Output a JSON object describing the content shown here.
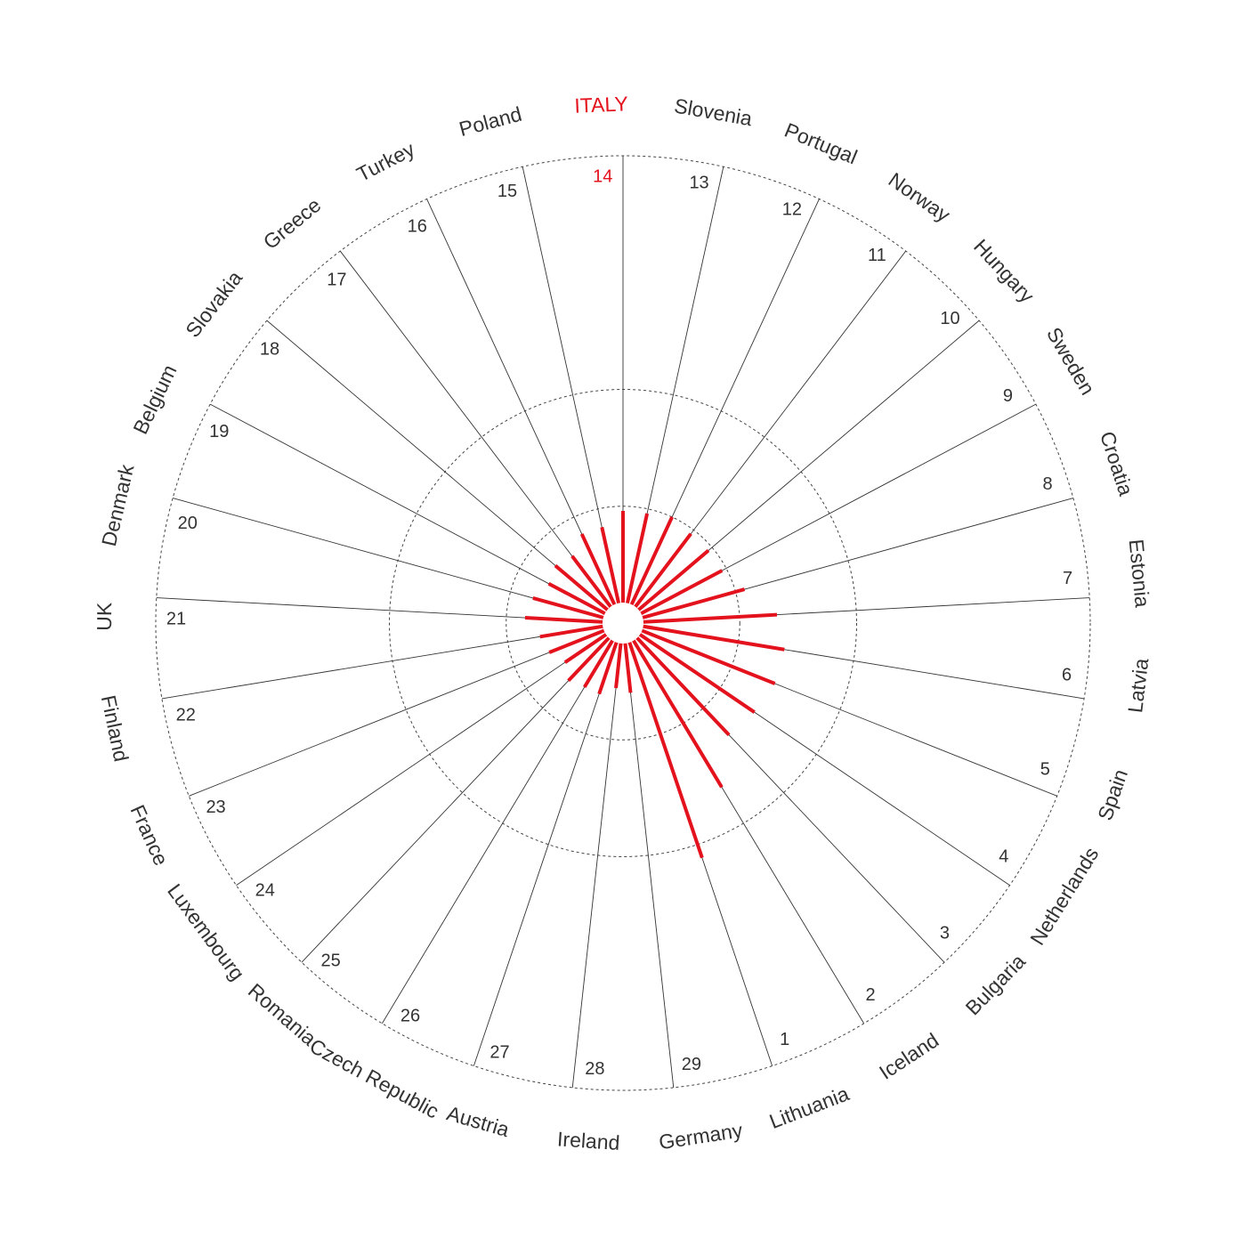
{
  "chart_data": {
    "type": "radial-bar",
    "title": "",
    "highlight_country": "ITALY",
    "colors": {
      "bar": "#e3121d",
      "highlight_text": "#e3121d",
      "text": "#333333",
      "spoke": "#333333",
      "ring": "#444444"
    },
    "value_range": [
      0,
      100
    ],
    "reference_rings": [
      25,
      50,
      100
    ],
    "grid": true,
    "items": [
      {
        "rank": 14,
        "country": "ITALY",
        "value": 24
      },
      {
        "rank": 13,
        "country": "Slovenia",
        "value": 24
      },
      {
        "rank": 12,
        "country": "Portugal",
        "value": 25
      },
      {
        "rank": 11,
        "country": "Norway",
        "value": 24
      },
      {
        "rank": 10,
        "country": "Hungary",
        "value": 24
      },
      {
        "rank": 9,
        "country": "Sweden",
        "value": 24
      },
      {
        "rank": 8,
        "country": "Croatia",
        "value": 27
      },
      {
        "rank": 7,
        "country": "Estonia",
        "value": 33
      },
      {
        "rank": 6,
        "country": "Latvia",
        "value": 35
      },
      {
        "rank": 5,
        "country": "Spain",
        "value": 35
      },
      {
        "rank": 4,
        "country": "Netherlands",
        "value": 34
      },
      {
        "rank": 3,
        "country": "Bulgaria",
        "value": 33
      },
      {
        "rank": 2,
        "country": "Iceland",
        "value": 41
      },
      {
        "rank": 1,
        "country": "Lithuania",
        "value": 53
      },
      {
        "rank": 29,
        "country": "Germany",
        "value": 15
      },
      {
        "rank": 28,
        "country": "Ireland",
        "value": 14
      },
      {
        "rank": 27,
        "country": "Austria",
        "value": 16
      },
      {
        "rank": 26,
        "country": "Czech Republic",
        "value": 16
      },
      {
        "rank": 25,
        "country": "Romania",
        "value": 17
      },
      {
        "rank": 24,
        "country": "Luxembourg",
        "value": 15
      },
      {
        "rank": 23,
        "country": "France",
        "value": 17
      },
      {
        "rank": 22,
        "country": "Finland",
        "value": 18
      },
      {
        "rank": 21,
        "country": "UK",
        "value": 21
      },
      {
        "rank": 20,
        "country": "Denmark",
        "value": 20
      },
      {
        "rank": 19,
        "country": "Belgium",
        "value": 18
      },
      {
        "rank": 18,
        "country": "Slovakia",
        "value": 19
      },
      {
        "rank": 17,
        "country": "Greece",
        "value": 18
      },
      {
        "rank": 16,
        "country": "Turkey",
        "value": 21
      },
      {
        "rank": 15,
        "country": "Poland",
        "value": 21
      }
    ]
  }
}
